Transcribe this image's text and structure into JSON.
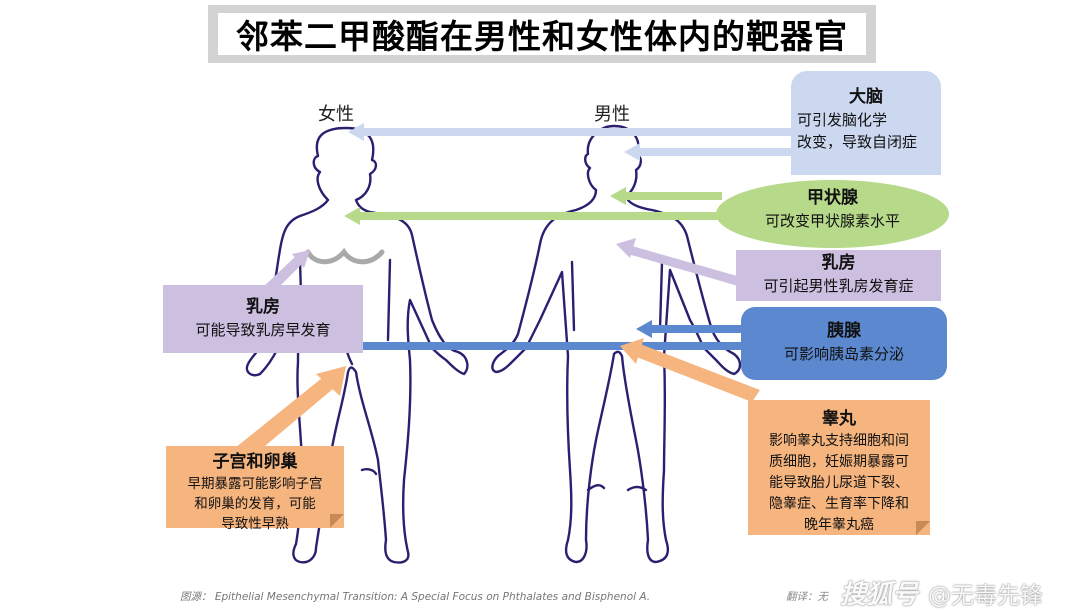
{
  "title": "邻苯二甲酸酯在男性和女性体内的靶器官",
  "labels": {
    "female": "女性",
    "male": "男性"
  },
  "organs": {
    "brain": {
      "heading": "大脑",
      "lines": [
        "可引发脑化学",
        "改变，导致自闭症"
      ]
    },
    "thyroid": {
      "heading": "甲状腺",
      "lines": [
        "可改变甲状腺素水平"
      ]
    },
    "breast_male": {
      "heading": "乳房",
      "lines": [
        "可引起男性乳房发育症"
      ]
    },
    "pancreas": {
      "heading": "胰腺",
      "lines": [
        "可影响胰岛素分泌"
      ]
    },
    "testis": {
      "heading": "睾丸",
      "lines": [
        "影响睾丸支持细胞和间",
        "质细胞，妊娠期暴露可",
        "能导致胎儿尿道下裂、",
        "隐睾症、生育率下降和",
        "晚年睾丸癌"
      ]
    },
    "breast_female": {
      "heading": "乳房",
      "lines": [
        "可能导致乳房早发育"
      ]
    },
    "uterus_ovary": {
      "heading": "子宫和卵巢",
      "lines": [
        "早期暴露可能影响子宫",
        "和卵巢的发育，可能",
        "导致性早熟"
      ]
    }
  },
  "footer": {
    "source": "图源： Epithelial Mesenchymal Transition: A Special Focus on Phthalates and Bisphenol A.",
    "translator": "翻译：无",
    "watermark_logo": "搜狐号",
    "watermark_account": "@无毒先锋"
  },
  "colors": {
    "brain": "#cbd8ef",
    "thyroid": "#b6d98a",
    "breast": "#cdbfe0",
    "pancreas": "#5b88ce",
    "reproductive": "#f6b57f",
    "outline": "#2a2070"
  }
}
